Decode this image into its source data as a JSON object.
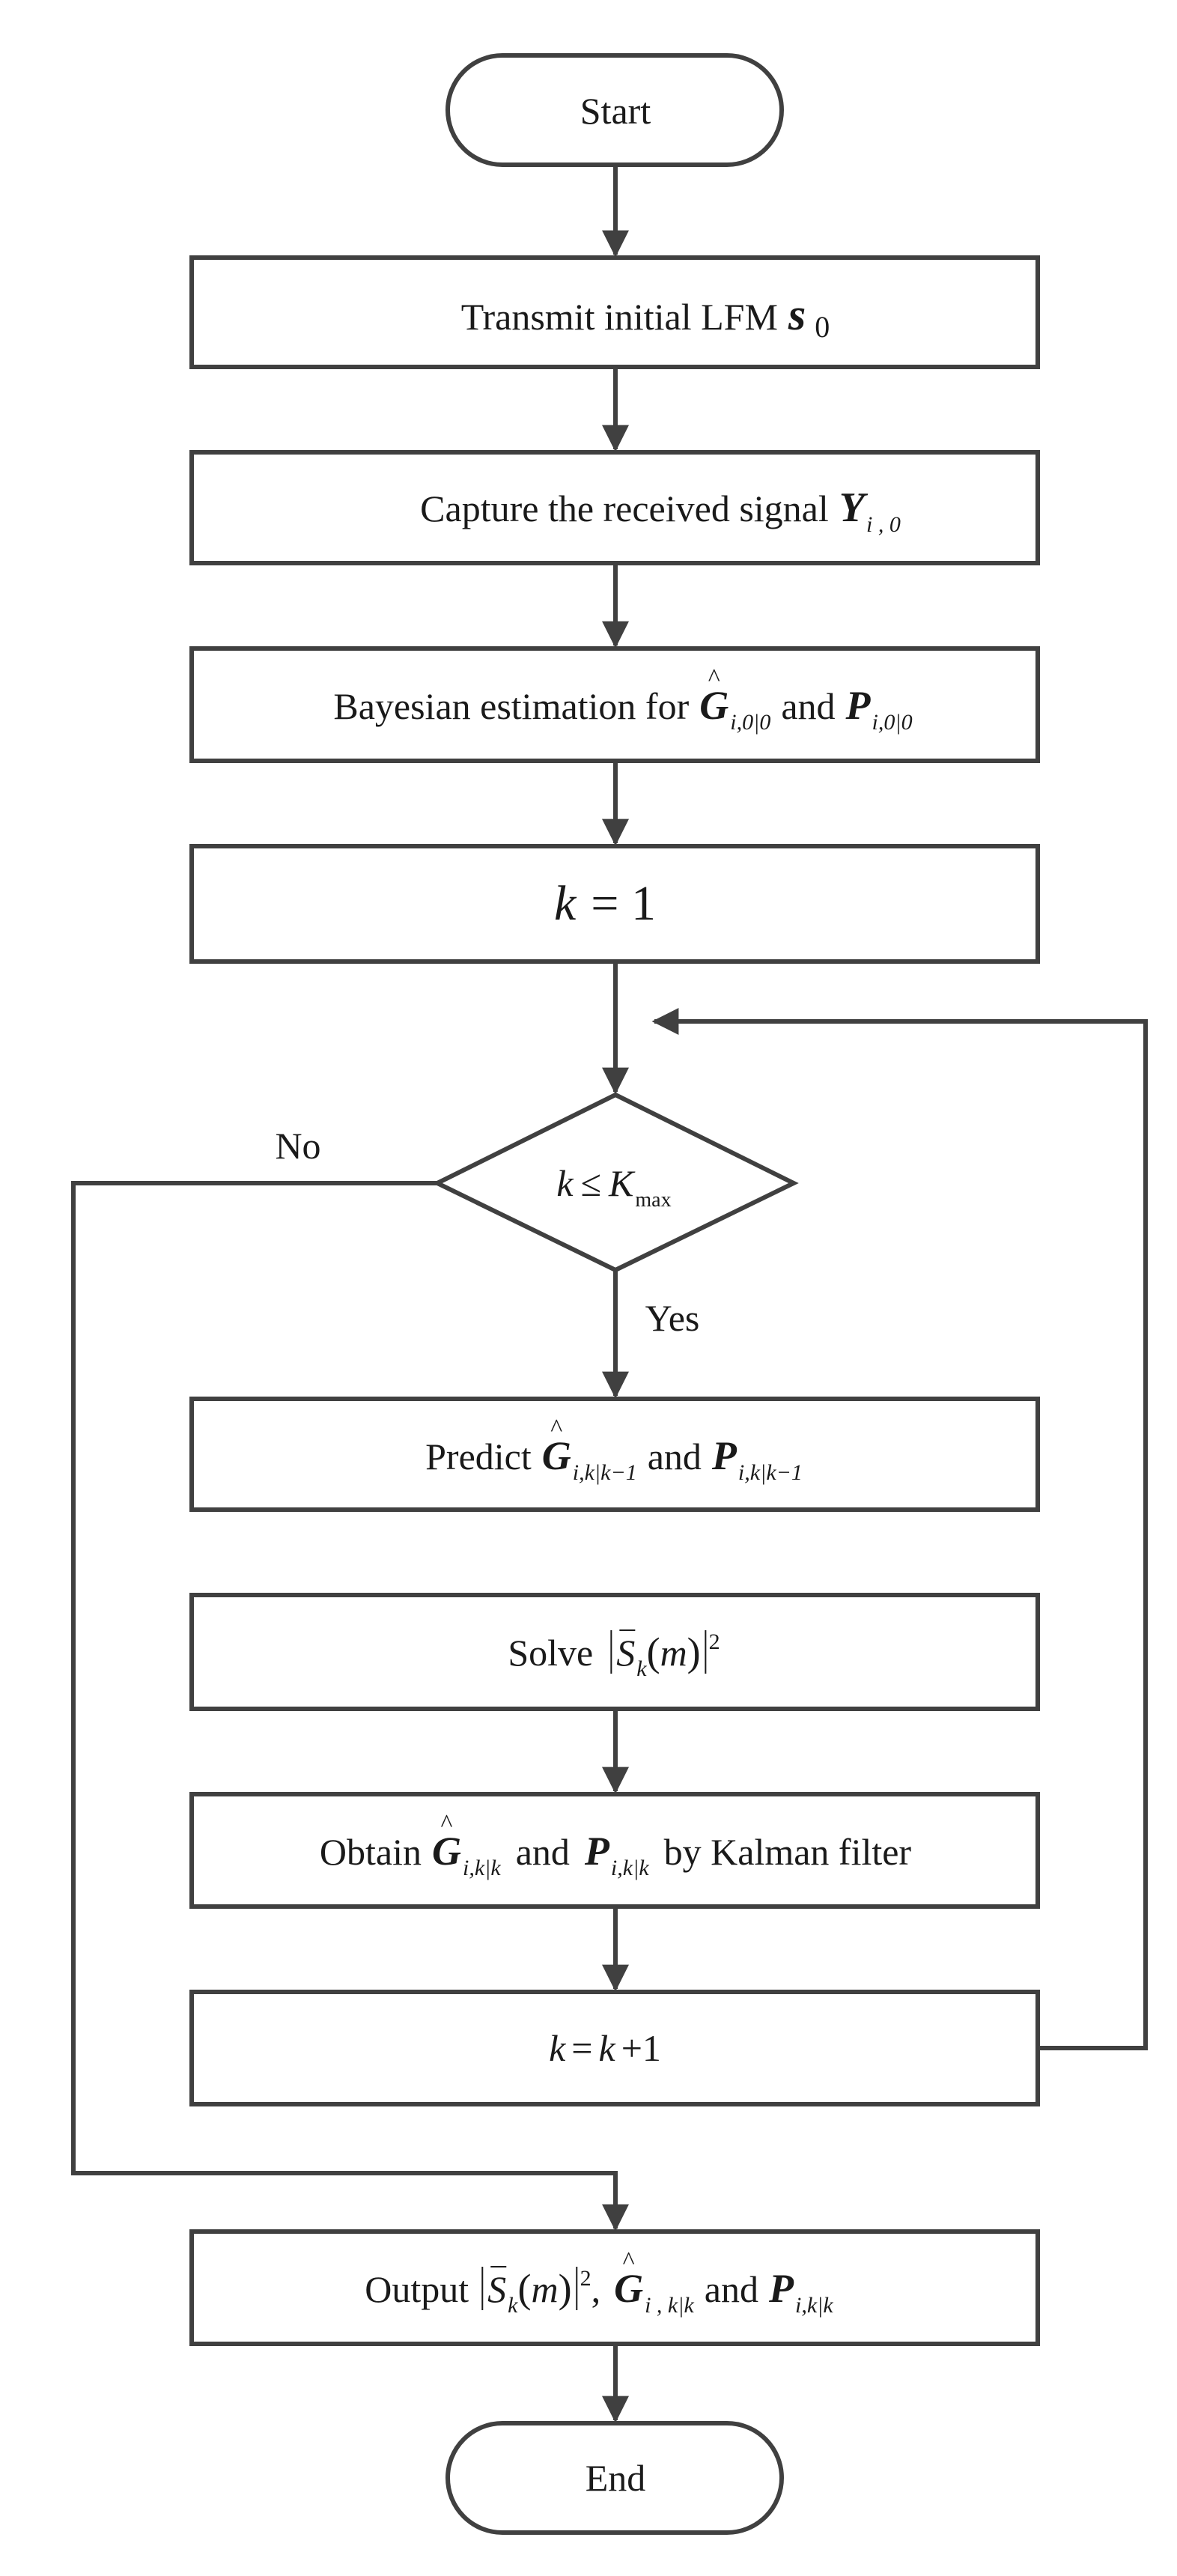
{
  "flowchart": {
    "start": "Start",
    "end": "End",
    "transmit": {
      "text": "Transmit initial LFM",
      "sym": "s",
      "sub": "0"
    },
    "capture": {
      "text": "Capture the received signal",
      "sym": "Y",
      "sub": "i , 0"
    },
    "bayes": {
      "prefix": "Bayesian estimation for",
      "g": "G",
      "g_sub": "i,0|0",
      "and": "and",
      "p": "P",
      "p_sub": "i,0|0"
    },
    "init": {
      "k": "k",
      "rest": "= 1"
    },
    "decision": {
      "k": "k",
      "op": "≤",
      "K": "K",
      "sub": "max"
    },
    "no_label": "No",
    "yes_label": "Yes",
    "predict": {
      "prefix": "Predict",
      "g": "G",
      "g_sub": "i,k|k−1",
      "and": "and",
      "p": "P",
      "p_sub": "i,k|k−1"
    },
    "solve": {
      "prefix": "Solve",
      "s": "S",
      "s_sub": "k",
      "lp": "(",
      "m": "m",
      "rp": ")",
      "pow": "2"
    },
    "obtain": {
      "prefix": "Obtain",
      "g": "G",
      "g_sub": "i,k|k",
      "and": "and",
      "p": "P",
      "p_sub": "i,k|k",
      "suffix": "by Kalman filter"
    },
    "increment": {
      "k1": "k",
      "eq": "=",
      "k2": "k",
      "plus": "+1"
    },
    "output": {
      "prefix": "Output",
      "s": "S",
      "s_sub": "k",
      "lp": "(",
      "m": "m",
      "rp": ")",
      "pow": "2",
      "comma": ",",
      "g": "G",
      "g_sub": "i , k|k",
      "and": "and",
      "p": "P",
      "p_sub": "i,k|k"
    }
  },
  "colors": {
    "line": "#404040",
    "text": "#1a1a1a",
    "background": "#ffffff"
  }
}
